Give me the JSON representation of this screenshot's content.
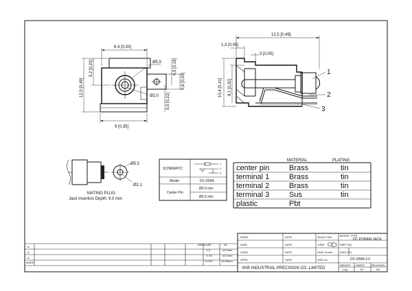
{
  "dimensions": {
    "front_width": "6,4 [0,33]",
    "front_top_height": "5,2 [0,20]",
    "front_total_height": "12,5 [0,49]",
    "front_bottom_width": "9 [0,35]",
    "hole_dia_outer": "Ø5,5",
    "hole_dia_inner": "Ø2,0",
    "right_dim_1": "4,5 [0,18]",
    "right_dim_2": "0,8 [0,03]",
    "right_dim_3": "5,5 [0,22]",
    "side_total_width": "12,5 [0,49]",
    "side_dim_a": "1,3 [0,05]",
    "side_dim_b": "3 [0,05]",
    "side_height_1": "10,4 [0,41]",
    "side_height_2": "8,1 [0,32]",
    "callouts": [
      "1",
      "2",
      "3"
    ]
  },
  "plug": {
    "outer_dia": "Ø5.5",
    "inner_dia": "Ø2.1",
    "title": "MATING PLUG",
    "depth_note": "Jack Insertion Depth: 9.0 mm"
  },
  "schematic_table": {
    "schematic_label": "SCHEMATIC",
    "pins": [
      "1",
      "2",
      "3"
    ],
    "model_label": "Model",
    "model_value": "DC-009A",
    "center_pin_label": "Center Pin",
    "center_pin_values": [
      "Ø2.0 mm",
      "Ø2.5 mm"
    ]
  },
  "material_table": {
    "headers": [
      "",
      "MATERIAL",
      "PLATING"
    ],
    "rows": [
      [
        "center pin",
        "Brass",
        "tin"
      ],
      [
        "terminal 1",
        "Brass",
        "tin"
      ],
      [
        "terminal 2",
        "Brass",
        "tin"
      ],
      [
        "terminal 3",
        "Sus",
        "tin"
      ],
      [
        "plastic",
        "Pbt",
        ""
      ]
    ]
  },
  "title_block": {
    "rows_left": [
      "DSND",
      "DWN",
      "CHKD",
      "APPD"
    ],
    "date_label": "DATE",
    "scale_label": "SCALE N/A",
    "model_type_label": "MODEL TYPE",
    "model_type_value": "DC POWER JACK",
    "view_label": "VIEW",
    "part_no_label": "PART NO.",
    "unit_label": "UNIT: mm/in",
    "dwg_no_label": "DWG NO.",
    "size_label": "SIZE A4",
    "dwg_no_value": "DC-009A-2.0",
    "company": "XKB INDUSTRIAL PRECISION CO.,LIMITED",
    "weight_label": "WEIGHT",
    "weight_value": "1.4g",
    "sheet_label": "SHEET",
    "sheet_value": "1/1",
    "revision_label": "REVISION",
    "revision_value": "A5",
    "angular_label": "ANGULAR",
    "tolerances": [
      [
        "X.X",
        "±0.2mm"
      ],
      [
        "X.XX",
        "±0.1mm"
      ],
      [
        "X.XXX",
        "±0.05mm"
      ]
    ],
    "tol_top": "±5",
    "rev_marks": [
      "A",
      "A",
      "A"
    ],
    "rev_header": "MARK"
  }
}
